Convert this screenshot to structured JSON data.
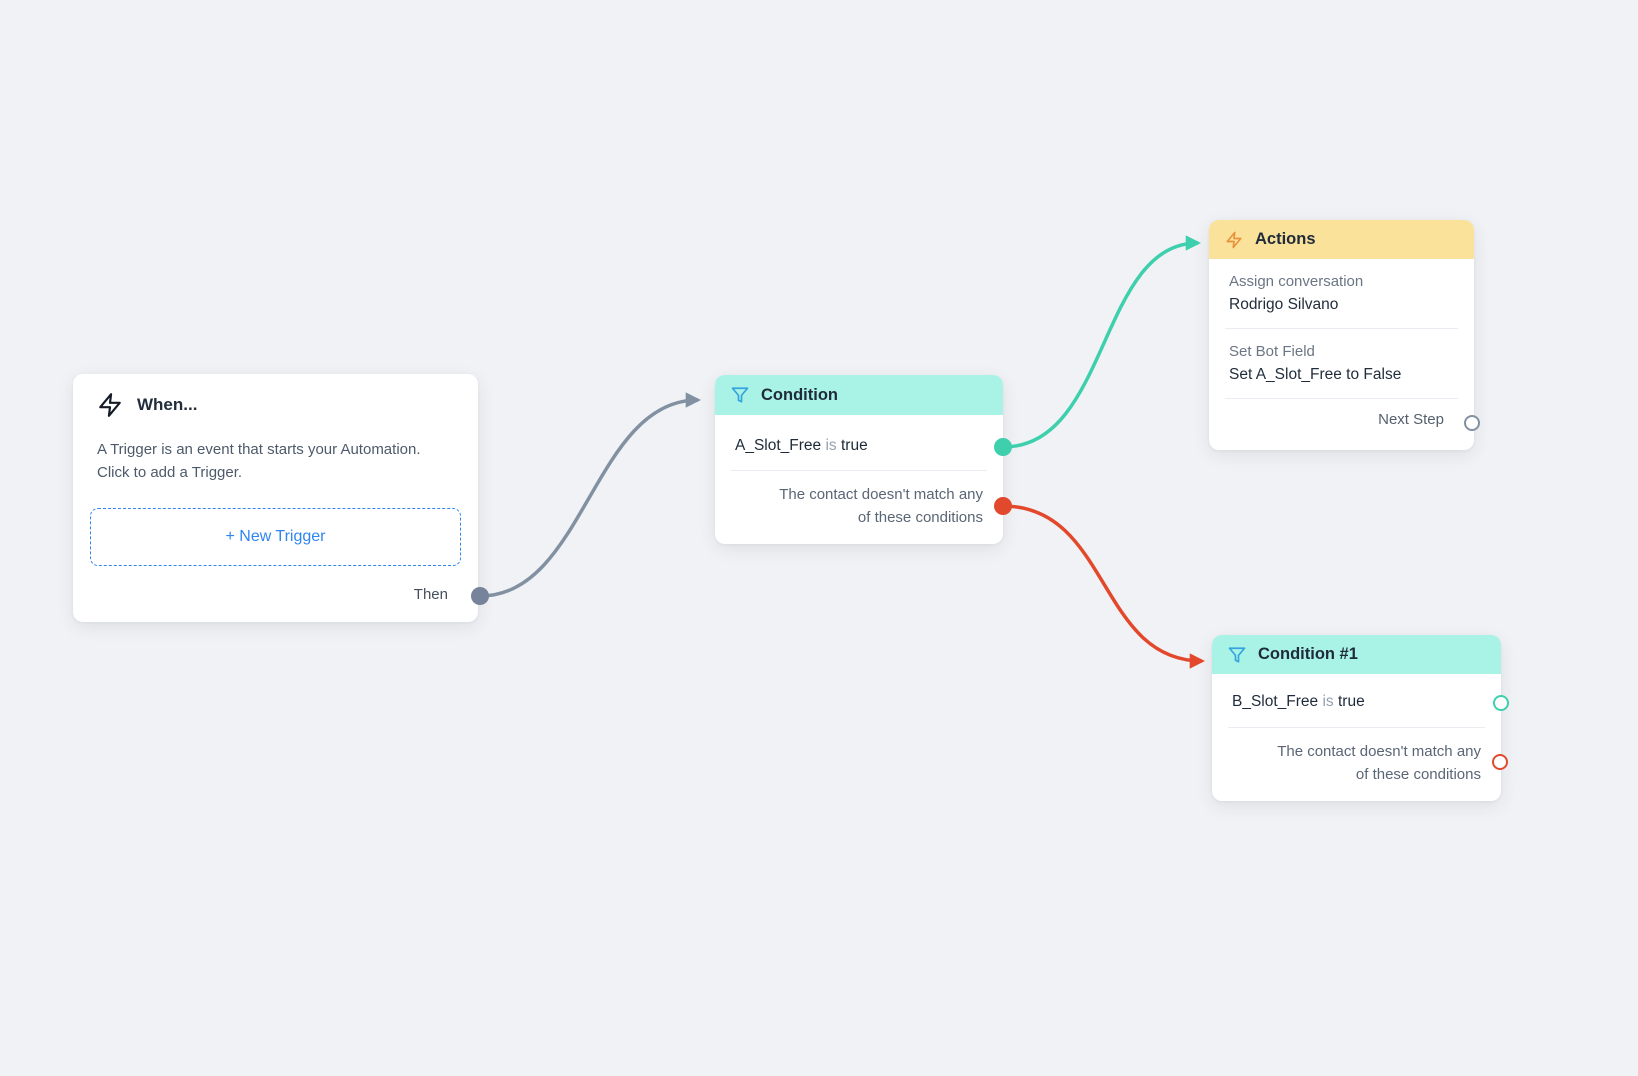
{
  "app": {
    "background": "#f1f2f5"
  },
  "colors": {
    "mint_header": "#a8f3e5",
    "yellow_header": "#fbe29b",
    "teal_accent": "#3ecfad",
    "red_accent": "#e2492c",
    "gray_connector": "#8291a2",
    "blue_accent": "#2f86f0",
    "filter_icon_blue": "#35a3dd",
    "bolt_orange": "#e8923c"
  },
  "trigger_card": {
    "title": "When...",
    "description_line1": "A Trigger is an event that starts your Automation.",
    "description_line2": "Click to add a Trigger.",
    "new_trigger_button": "+ New Trigger",
    "then_label": "Then"
  },
  "condition_card": {
    "title": "Condition",
    "rule_field": "A_Slot_Free",
    "rule_operator": "is",
    "rule_value": "true",
    "no_match_line1": "The contact doesn't match any",
    "no_match_line2": "of these conditions"
  },
  "actions_card": {
    "title": "Actions",
    "items": [
      {
        "label": "Assign conversation",
        "value": "Rodrigo Silvano"
      },
      {
        "label": "Set Bot Field",
        "value": "Set A_Slot_Free to False"
      }
    ],
    "next_step_label": "Next Step"
  },
  "condition1_card": {
    "title": "Condition #1",
    "rule_field": "B_Slot_Free",
    "rule_operator": "is",
    "rule_value": "true",
    "no_match_line1": "The contact doesn't match any",
    "no_match_line2": "of these conditions"
  }
}
